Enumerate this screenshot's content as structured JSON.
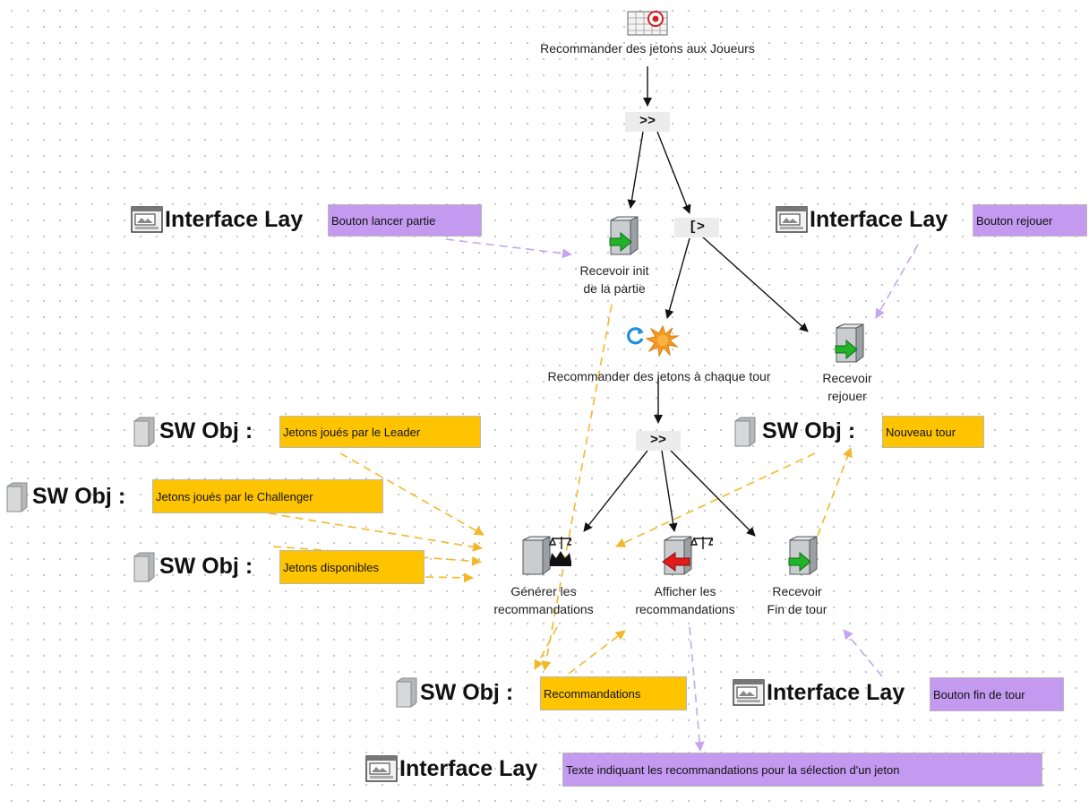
{
  "colors": {
    "software_object_tag": "#ffc400",
    "interface_tag": "#c39af0",
    "data_flow_arrow": "#f2b82a",
    "interface_arrow": "#c7a4ef",
    "control_arrow": "#111111"
  },
  "goal": {
    "label": "Recommander des jetons aux Joueurs",
    "icon": "goal-icon"
  },
  "operators": {
    "seq_top": ">>",
    "disable": "[>",
    "seq_loop": ">>"
  },
  "tasks": {
    "recevoir_init": {
      "label": "Recevoir init\nde la partie",
      "icon": "input-system-task-icon"
    },
    "loop": {
      "label": "Recommander des jetons à chaque tour",
      "icon": "iterative-abstract-task-icon"
    },
    "recevoir_rejouer": {
      "label": "Recevoir\nrejouer",
      "icon": "input-system-task-icon"
    },
    "generer": {
      "label": "Générer les\nrecommandations",
      "icon": "processing-task-icon"
    },
    "afficher": {
      "label": "Afficher les\nrecommandations",
      "icon": "output-system-task-icon"
    },
    "recevoir_fin": {
      "label": "Recevoir\nFin de tour",
      "icon": "input-system-task-icon"
    }
  },
  "interface_objects": [
    {
      "id": "lancer",
      "title": "Interface Lay",
      "tag": "Bouton lancer partie"
    },
    {
      "id": "rejouer",
      "title": "Interface Lay",
      "tag": "Bouton rejouer"
    },
    {
      "id": "fin_tour",
      "title": "Interface Lay",
      "tag": "Bouton fin de tour"
    },
    {
      "id": "texte",
      "title": "Interface Lay",
      "tag": "Texte indiquant les recommandations pour la sélection d'un jeton"
    }
  ],
  "software_objects": [
    {
      "id": "leader",
      "title": "SW Obj :",
      "tag": "Jetons joués par le Leader"
    },
    {
      "id": "challenger",
      "title": "SW Obj :",
      "tag": "Jetons joués par le Challenger"
    },
    {
      "id": "disponibles",
      "title": "SW Obj :",
      "tag": "Jetons disponibles"
    },
    {
      "id": "nouveau_tour",
      "title": "SW Obj :",
      "tag": "Nouveau tour"
    },
    {
      "id": "recommandations",
      "title": "SW Obj :",
      "tag": "Recommandations"
    }
  ]
}
